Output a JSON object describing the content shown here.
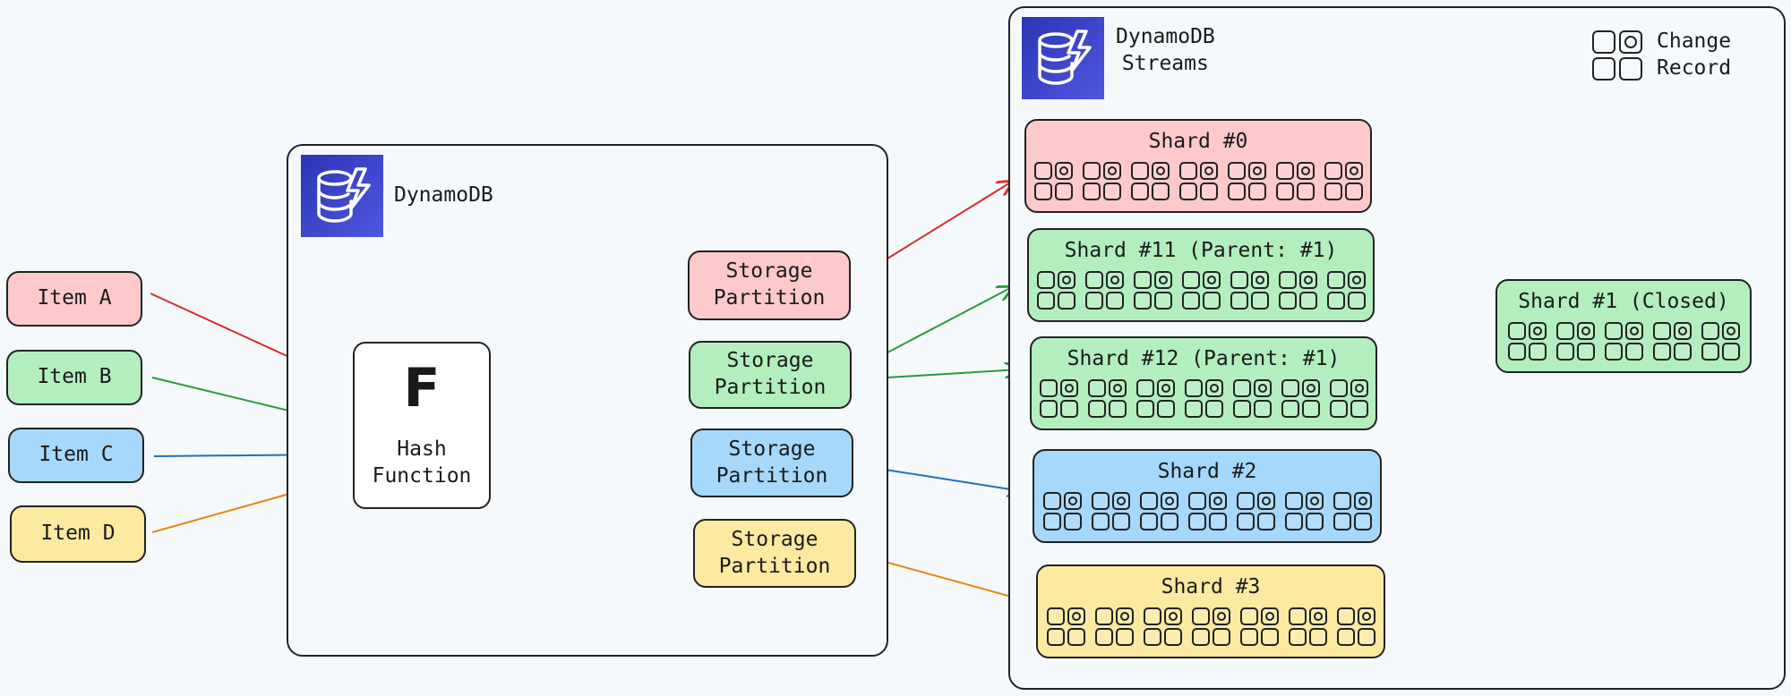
{
  "items": [
    {
      "label": "Item A",
      "color": "#fec9cb"
    },
    {
      "label": "Item B",
      "color": "#b3eebf"
    },
    {
      "label": "Item C",
      "color": "#a5d8fb"
    },
    {
      "label": "Item D",
      "color": "#fde9a0"
    }
  ],
  "dynamodb": {
    "title": "DynamoDB",
    "logo_icon": "dynamodb-logo-icon",
    "hash_function": {
      "glyph": "F",
      "line1": "Hash",
      "line2": "Function"
    },
    "partitions": [
      {
        "line1": "Storage",
        "line2": "Partition",
        "color": "#fec9cb"
      },
      {
        "line1": "Storage",
        "line2": "Partition",
        "color": "#b3eebf"
      },
      {
        "line1": "Storage",
        "line2": "Partition",
        "color": "#a5d8fb"
      },
      {
        "line1": "Storage",
        "line2": "Partition",
        "color": "#fde9a0"
      }
    ]
  },
  "streams": {
    "title_line1": "DynamoDB",
    "title_line2": "Streams",
    "logo_icon": "dynamodb-logo-icon",
    "legend": {
      "line1": "Change",
      "line2": "Record"
    },
    "shards": [
      {
        "title": "Shard #0",
        "color": "#fec9cb"
      },
      {
        "title": "Shard #11 (Parent: #1)",
        "color": "#b3eebf"
      },
      {
        "title": "Shard #12 (Parent: #1)",
        "color": "#b3eebf"
      },
      {
        "title": "Shard #2",
        "color": "#a5d8fb"
      },
      {
        "title": "Shard #3",
        "color": "#fde9a0"
      }
    ],
    "closed_shard": {
      "title": "Shard #1 (Closed)",
      "color": "#b3eebf"
    }
  },
  "arrow_colors": {
    "red": "#d92b2b",
    "green": "#2a9a3a",
    "blue": "#1f6fc2",
    "orange": "#e8840f",
    "black": "#222222"
  }
}
